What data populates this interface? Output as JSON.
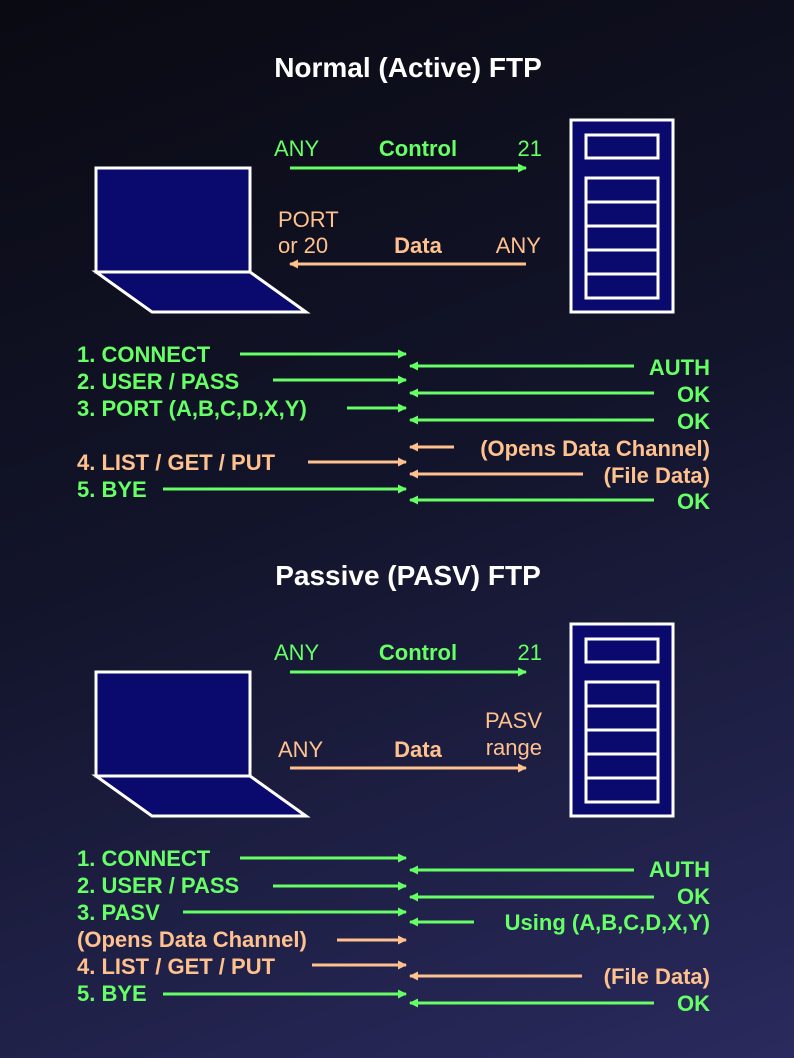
{
  "colors": {
    "control": "#66ff66",
    "data": "#ffc28f",
    "device_fill": "#0a0a6e",
    "device_stroke": "#ffffff"
  },
  "active": {
    "title": "Normal (Active) FTP",
    "control_src": "ANY",
    "control_label": "Control",
    "control_dst": "21",
    "data_src_line1": "PORT",
    "data_src_line2": "or 20",
    "data_label": "Data",
    "data_dst": "ANY",
    "steps": [
      {
        "text": "1. CONNECT",
        "kind": "control"
      },
      {
        "text": "2. USER / PASS",
        "kind": "control"
      },
      {
        "text": "3. PORT (A,B,C,D,X,Y)",
        "kind": "control"
      },
      {
        "text": "4. LIST / GET / PUT",
        "kind": "data"
      },
      {
        "text": "5. BYE",
        "kind": "control"
      }
    ],
    "replies": [
      {
        "text": "AUTH",
        "kind": "control"
      },
      {
        "text": "OK",
        "kind": "control"
      },
      {
        "text": "OK",
        "kind": "control"
      },
      {
        "text": "(Opens Data Channel)",
        "kind": "data"
      },
      {
        "text": "(File Data)",
        "kind": "data"
      },
      {
        "text": "OK",
        "kind": "control"
      }
    ]
  },
  "passive": {
    "title": "Passive (PASV) FTP",
    "control_src": "ANY",
    "control_label": "Control",
    "control_dst": "21",
    "data_src": "ANY",
    "data_label": "Data",
    "data_dst_line1": "PASV",
    "data_dst_line2": "range",
    "steps": [
      {
        "text": "1. CONNECT",
        "kind": "control"
      },
      {
        "text": "2. USER / PASS",
        "kind": "control"
      },
      {
        "text": "3. PASV",
        "kind": "control"
      },
      {
        "text": "(Opens Data Channel)",
        "kind": "data"
      },
      {
        "text": "4. LIST / GET / PUT",
        "kind": "data"
      },
      {
        "text": "5. BYE",
        "kind": "control"
      }
    ],
    "replies": [
      {
        "text": "AUTH",
        "kind": "control"
      },
      {
        "text": "OK",
        "kind": "control"
      },
      {
        "text": "Using (A,B,C,D,X,Y)",
        "kind": "control"
      },
      {
        "text": "(File Data)",
        "kind": "data"
      },
      {
        "text": "OK",
        "kind": "control"
      }
    ]
  }
}
